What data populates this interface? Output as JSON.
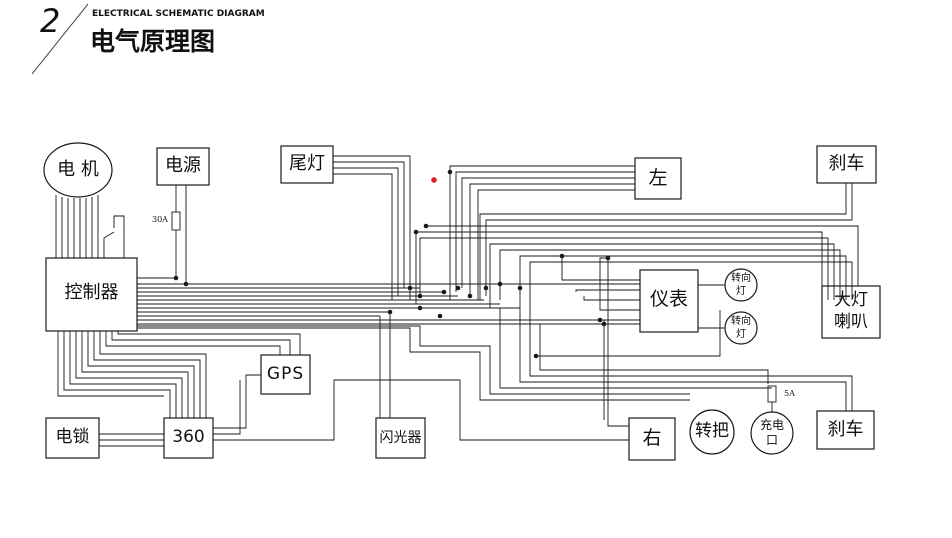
{
  "header": {
    "number": "2",
    "subtitle_en": "ELECTRICAL SCHEMATIC DIAGRAM",
    "title_cn": "电气原理图"
  },
  "components": {
    "motor": "电 机",
    "power": "电源",
    "controller": "控制器",
    "tail_light": "尾灯",
    "left": "左",
    "brake_top": "刹车",
    "headlight_horn_1": "大灯",
    "headlight_horn_2": "喇叭",
    "meter": "仪表",
    "turn_light_top_1": "转向",
    "turn_light_top_2": "灯",
    "turn_light_bottom_1": "转向",
    "turn_light_bottom_2": "灯",
    "gps": "GPS",
    "lock": "电锁",
    "anti_theft": "360",
    "flasher": "闪光器",
    "right": "右",
    "handlebar": "转把",
    "charge_port_1": "充电",
    "charge_port_2": "口",
    "brake_bottom": "刹车"
  },
  "fuses": {
    "main": "30A",
    "charge": "5A"
  },
  "colors": {
    "line": "#1a1a1a",
    "highlight_dot": "#e02020"
  }
}
